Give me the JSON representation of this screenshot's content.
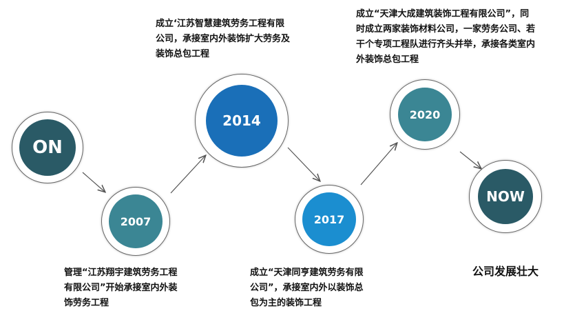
{
  "timeline": {
    "nodes": [
      {
        "id": "on",
        "label": "ON",
        "color": "#2a5a66"
      },
      {
        "id": "2007",
        "label": "2007",
        "color": "#3b8694"
      },
      {
        "id": "2014",
        "label": "2014",
        "color": "#1a6fb8"
      },
      {
        "id": "2017",
        "label": "2017",
        "color": "#1b8ed0"
      },
      {
        "id": "2020",
        "label": "2020",
        "color": "#3b8694"
      },
      {
        "id": "now",
        "label": "NOW",
        "color": "#2a5a66"
      }
    ],
    "descriptions": {
      "d2007": [
        "管理“江苏翔宇建筑劳务工程",
        "有限公司”开始承接室内外装",
        "饰劳务工程"
      ],
      "d2014": [
        "成立‘江苏智慧建筑劳务工程有限",
        "公司，承接室内外装饰扩大劳务及",
        "装饰总包工程"
      ],
      "d2017": [
        "成立“天津同亨建筑劳务有限",
        "公司”，承接室内外以装饰总",
        "包为主的装饰工程"
      ],
      "d2020": [
        "成立“天津大成建筑装饰工程有限公司”，同",
        "时成立两家装饰材料公司，一家劳务公司、若",
        "干个专项工程队进行齐头并举，承接各类室内",
        "外装饰总包工程"
      ]
    },
    "end_caption": "公司发展壮大"
  }
}
